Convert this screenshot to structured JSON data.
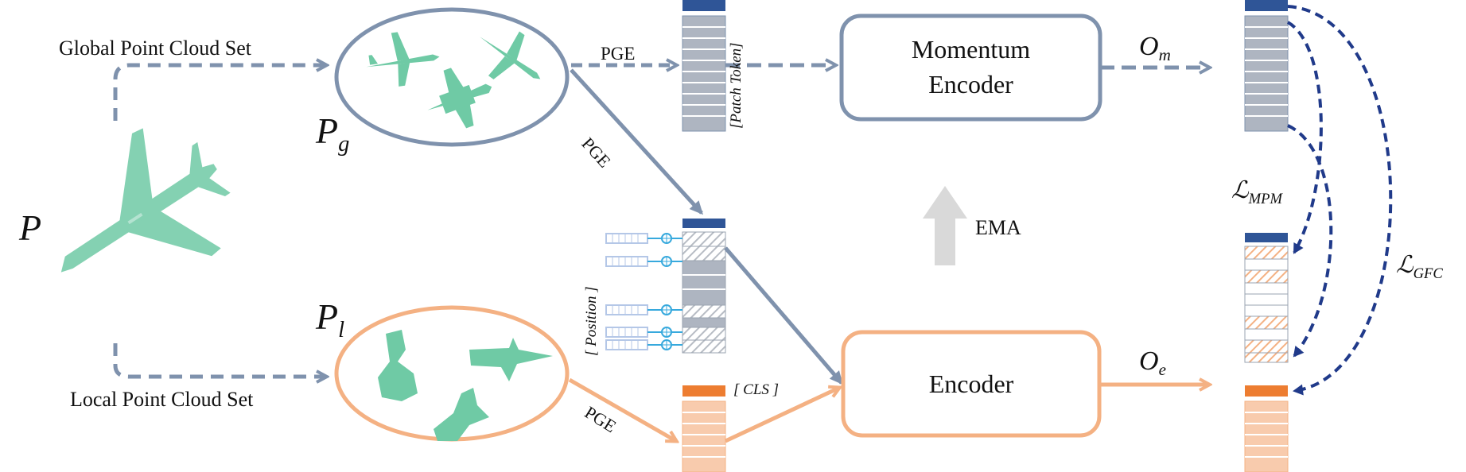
{
  "colors": {
    "momentum_blue": "#7f92ad",
    "dark_blue": "#2f5597",
    "navy_arrow": "#203a8a",
    "orange": "#f4b183",
    "orange_dark": "#ed7d31",
    "gray_token": "#aeb5c1",
    "peach_token": "#f8cbad",
    "point_cloud": "#6fcaa5",
    "ema_arrow": "#d9d9d9",
    "position_blue": "#b4c7e7",
    "position_plus": "#37a9dd"
  },
  "icons": {
    "airplane_main": "airplane-point-cloud-icon",
    "global_samples": "airplane-point-cloud-icon",
    "local_samples": "airplane-fragment-point-cloud-icon"
  },
  "labels": {
    "global_set": "Global Point Cloud Set",
    "local_set": "Local Point Cloud Set",
    "p": "P",
    "pg_main": "P",
    "pg_sub": "g",
    "pl_main": "P",
    "pl_sub": "l",
    "pge_top": "PGE",
    "pge_diag": "PGE",
    "pge_bottom": "PGE",
    "patch_token": "[Patch Token]",
    "position": "[ Position ]",
    "cls": "[ CLS ]",
    "momentum_encoder_line1": "Momentum",
    "momentum_encoder_line2": "Encoder",
    "encoder": "Encoder",
    "ema": "EMA",
    "om_main": "O",
    "om_sub": "m",
    "oe_main": "O",
    "oe_sub": "e",
    "lmpm_main": "ℒ",
    "lmpm_sub": "MPM",
    "lgfc_main": "ℒ",
    "lgfc_sub": "GFC"
  }
}
